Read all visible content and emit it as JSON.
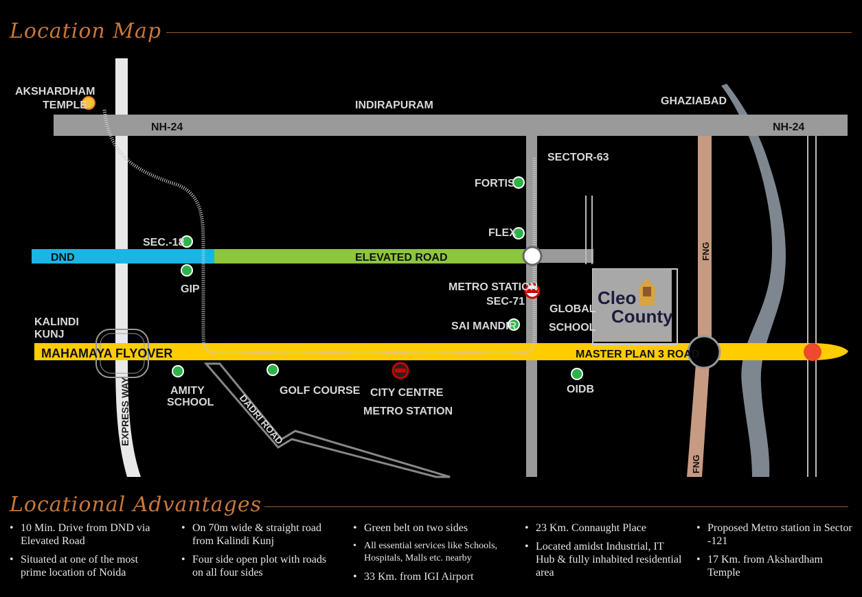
{
  "header": {
    "title": "Location Map"
  },
  "map": {
    "places": {
      "akshardham": "AKSHARDHAM",
      "akshardham2": "TEMPLE",
      "indirapuram": "INDIRAPURAM",
      "ghaziabad": "GHAZIABAD",
      "nh24_left": "NH-24",
      "nh24_right": "NH-24",
      "sector63": "SECTOR-63",
      "fortis": "FORTIS",
      "flex": "FLEX",
      "sec18": "SEC.-18",
      "dnd": "DND",
      "elevated": "ELEVATED ROAD",
      "gip": "GIP",
      "metro71_1": "METRO STATION",
      "metro71_2": "SEC-71",
      "global1": "GLOBAL",
      "global2": "SCHOOL",
      "sai_mandir": "SAI MANDIR",
      "kalindi1": "KALINDI",
      "kalindi2": "KUNJ",
      "mahamaya": "MAHAMAYA FLYOVER",
      "masterplan": "MASTER PLAN 3 ROAD",
      "amity1": "AMITY",
      "amity2": "SCHOOL",
      "golf": "GOLF COURSE",
      "citycentre1": "CITY CENTRE",
      "citycentre2": "METRO STATION",
      "oidb": "OIDB",
      "dadri": "DADRI ROAD",
      "expressway": "EXPRESS WAY",
      "fng_top": "FNG",
      "fng_bottom": "FNG",
      "cleo1": "Cleo",
      "cleo2": "County"
    },
    "colors": {
      "dnd": "#1ab4e6",
      "elevated": "#8cc63f",
      "flyover": "#ffcc00",
      "road_grey": "#9a9a9a",
      "fng": "#c79a82",
      "river": "#7e8790",
      "poi": "#2db34a",
      "accent": "#c8773a"
    }
  },
  "advantages": {
    "title": "Locational Advantages",
    "col1": [
      "10 Min. Drive from DND via Elevated Road",
      "Situated at one of the most prime location of Noida"
    ],
    "col2": [
      "On 70m wide & straight road from Kalindi Kunj",
      "Four side open plot with roads on all four sides"
    ],
    "col3": [
      "Green belt on two sides",
      "All essential services like Schools, Hospitals, Malls etc. nearby",
      "33 Km. from IGI Airport"
    ],
    "col4": [
      "23 Km. Connaught Place",
      "Located amidst Industrial, IT Hub & fully inhabited residential area"
    ],
    "col5": [
      "Proposed Metro station in Sector -121",
      "17 Km. from Akshardham Temple"
    ]
  }
}
